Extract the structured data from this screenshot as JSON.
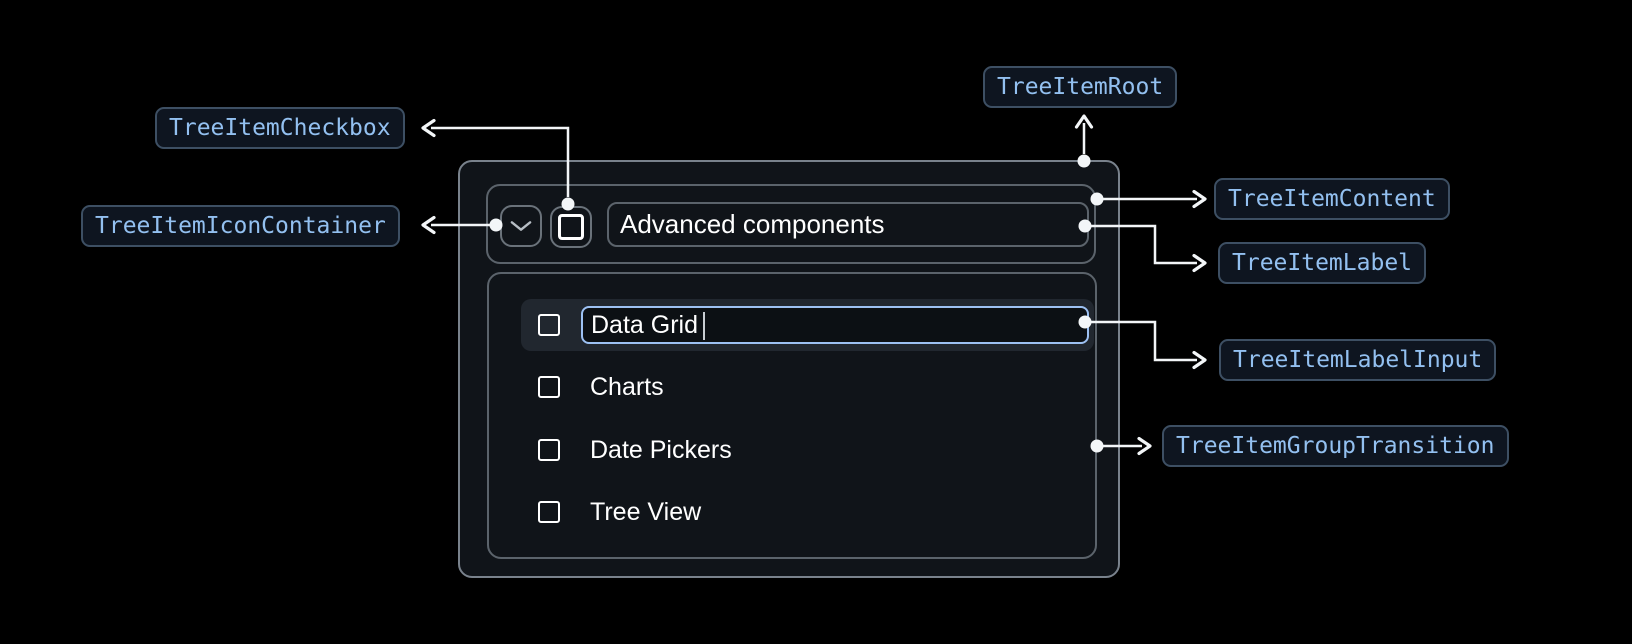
{
  "annotations": {
    "root": {
      "label": "TreeItemRoot"
    },
    "content": {
      "label": "TreeItemContent"
    },
    "label": {
      "label": "TreeItemLabel"
    },
    "label_input": {
      "label": "TreeItemLabelInput"
    },
    "group_transition": {
      "label": "TreeItemGroupTransition"
    },
    "checkbox": {
      "label": "TreeItemCheckbox"
    },
    "icon_container": {
      "label": "TreeItemIconContainer"
    }
  },
  "tree": {
    "parent_item": {
      "label": "Advanced components",
      "state": "expanded",
      "checkbox": "unchecked"
    },
    "editing_item": {
      "input_value": "Data Grid",
      "checkbox": "unchecked",
      "caret_visible": true
    },
    "items": [
      {
        "label": "Charts",
        "checkbox": "unchecked"
      },
      {
        "label": "Date Pickers",
        "checkbox": "unchecked"
      },
      {
        "label": "Tree View",
        "checkbox": "unchecked"
      }
    ]
  },
  "icons": {
    "expand": "chevron-down-icon",
    "checkbox": "checkbox-unchecked-icon"
  },
  "colors": {
    "background": "#000000",
    "panel_background": "#101419",
    "panel_border": "#79828c",
    "inner_border": "#5b636b",
    "row_highlight": "#21272f",
    "input_border": "#9dc1f3",
    "annotation_text": "#93c0f0",
    "annotation_border": "#3d4f63",
    "annotation_background": "#0e1520",
    "arrow": "#f3f6f8",
    "text": "#ffffff"
  }
}
